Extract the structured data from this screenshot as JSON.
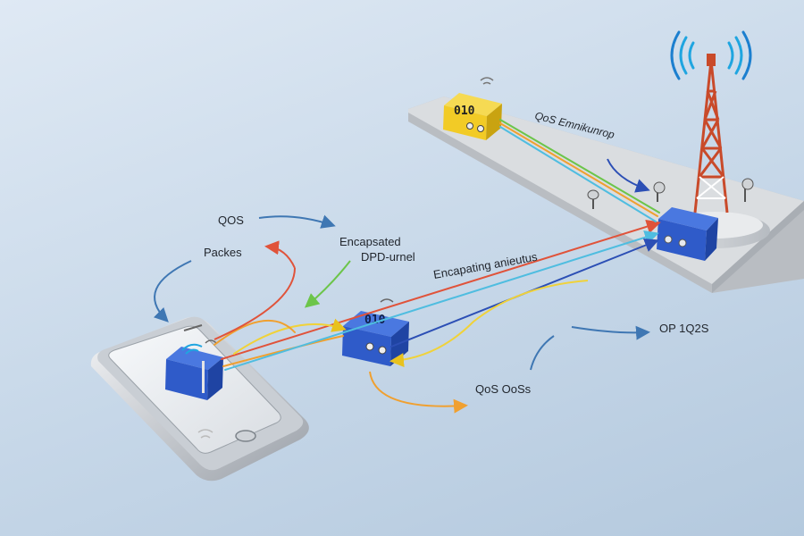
{
  "labels": {
    "qos_top": "QOS",
    "packes": "Packes",
    "encapsulated": "Encapsated",
    "dpd_tunnel": "DPD-urnel",
    "encapsulating": "Encapating anieutus",
    "qos_emission": "QoS Emnikunrop",
    "op_qos": "OP 1Q2S",
    "qos_bottom": "QoS OoSs"
  },
  "boxes": {
    "yellow_tag": "010",
    "middle_tag": "010"
  },
  "colors": {
    "background": "#c6d7e8",
    "platform": "#d4d7da",
    "yellow_box": "#f2cb26",
    "blue_box": "#2f5bc9",
    "tower": "#c94a2a",
    "stream_red": "#e0533a",
    "stream_orange": "#f0a030",
    "stream_yellow": "#f0d23a",
    "stream_green": "#6cc54a",
    "stream_cyan": "#4fbde0",
    "stream_blue": "#2c4fb5",
    "arrow_blue": "#3f77b3"
  }
}
